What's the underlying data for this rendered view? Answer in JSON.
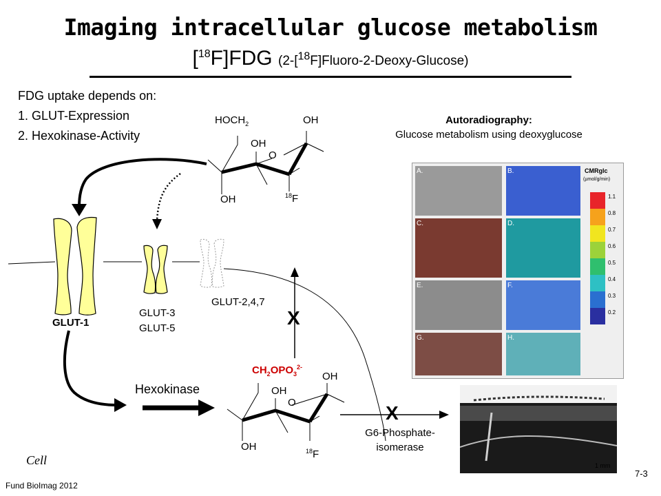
{
  "title": "Imaging intracellular glucose metabolism",
  "subtitle": {
    "open": "[",
    "iso": "18",
    "main": "F]FDG",
    "paren_open": "(2-[",
    "paren_iso": "18",
    "paren_rest": "F]Fluoro-2-Deoxy-Glucose)"
  },
  "uptake": {
    "heading": "FDG uptake depends on:",
    "items": [
      "1. GLUT-Expression",
      "2. Hexokinase-Activity"
    ]
  },
  "molecule_top": {
    "hoch": "HOCH",
    "hoch_sub": "2",
    "oh_ring": "OH",
    "o_ring": "O",
    "oh_right": "OH",
    "oh_left": "OH",
    "f_iso": "18",
    "f": "F"
  },
  "molecule_bottom": {
    "phosphate_main": "CH",
    "phosphate_sub1": "2",
    "phosphate_mid": "OPO",
    "phosphate_sub2": "3",
    "phosphate_sup": "2-",
    "oh_ring": "OH",
    "o_ring": "O",
    "oh_right": "OH",
    "oh_left": "OH",
    "f_iso": "18",
    "f": "F"
  },
  "transporters": {
    "glut1": "GLUT-1",
    "glut35_a": "GLUT-3",
    "glut35_b": "GLUT-5",
    "glut247": "GLUT-2,4,7"
  },
  "hexokinase": "Hexokinase",
  "blocked_mark": "X",
  "blocked_mark2": "X",
  "isomerase": [
    "G6-Phosphate-",
    "isomerase"
  ],
  "cell_label": "Cell",
  "autoradiography": {
    "heading": "Autoradiography:",
    "caption": "Glucose metabolism using deoxyglucose",
    "panels": [
      "A.",
      "B.",
      "C.",
      "D.",
      "E.",
      "F.",
      "G.",
      "H."
    ],
    "scale_title": "CMRglc",
    "scale_unit": "(µmol/g/min)",
    "scale_values": [
      "1.1",
      "0.8",
      "0.7",
      "0.6",
      "0.5",
      "0.4",
      "0.3",
      "0.2"
    ],
    "scale_bar": "1 mm"
  },
  "footer": {
    "course": "Fund BioImag 2012",
    "page": "7-3"
  },
  "colors": {
    "transporter_fill": "#ffff99",
    "phosphate_red": "#cc0000"
  }
}
